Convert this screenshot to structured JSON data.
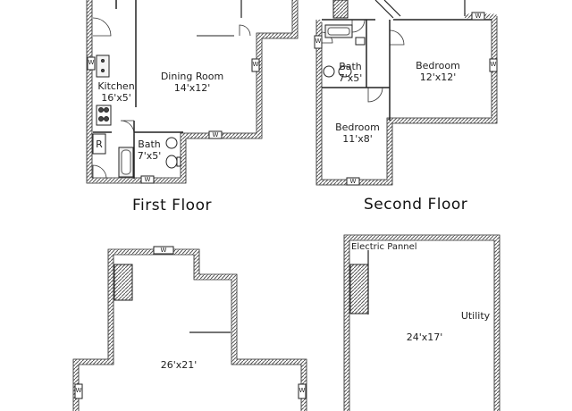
{
  "floors": {
    "first": "First Floor",
    "second": "Second Floor"
  },
  "rooms": {
    "kitchen": {
      "name": "Kitchen",
      "size": "16'x5'"
    },
    "dining": {
      "name": "Dining Room",
      "size": "14'x12'"
    },
    "bath1": {
      "name": "Bath",
      "size": "7'x5'"
    },
    "bath2": {
      "name": "Bath",
      "size": "7'x5'"
    },
    "bedroom_large": {
      "name": "Bedroom",
      "size": "12'x12'"
    },
    "bedroom_small": {
      "name": "Bedroom",
      "size": "11'x8'"
    },
    "basement": {
      "size": "26'x21'"
    },
    "utility": {
      "name": "Utility",
      "size": "24'x17'"
    }
  },
  "annotations": {
    "electric_panel": "Electric Pannel",
    "refrigerator": "R",
    "window": "W"
  }
}
